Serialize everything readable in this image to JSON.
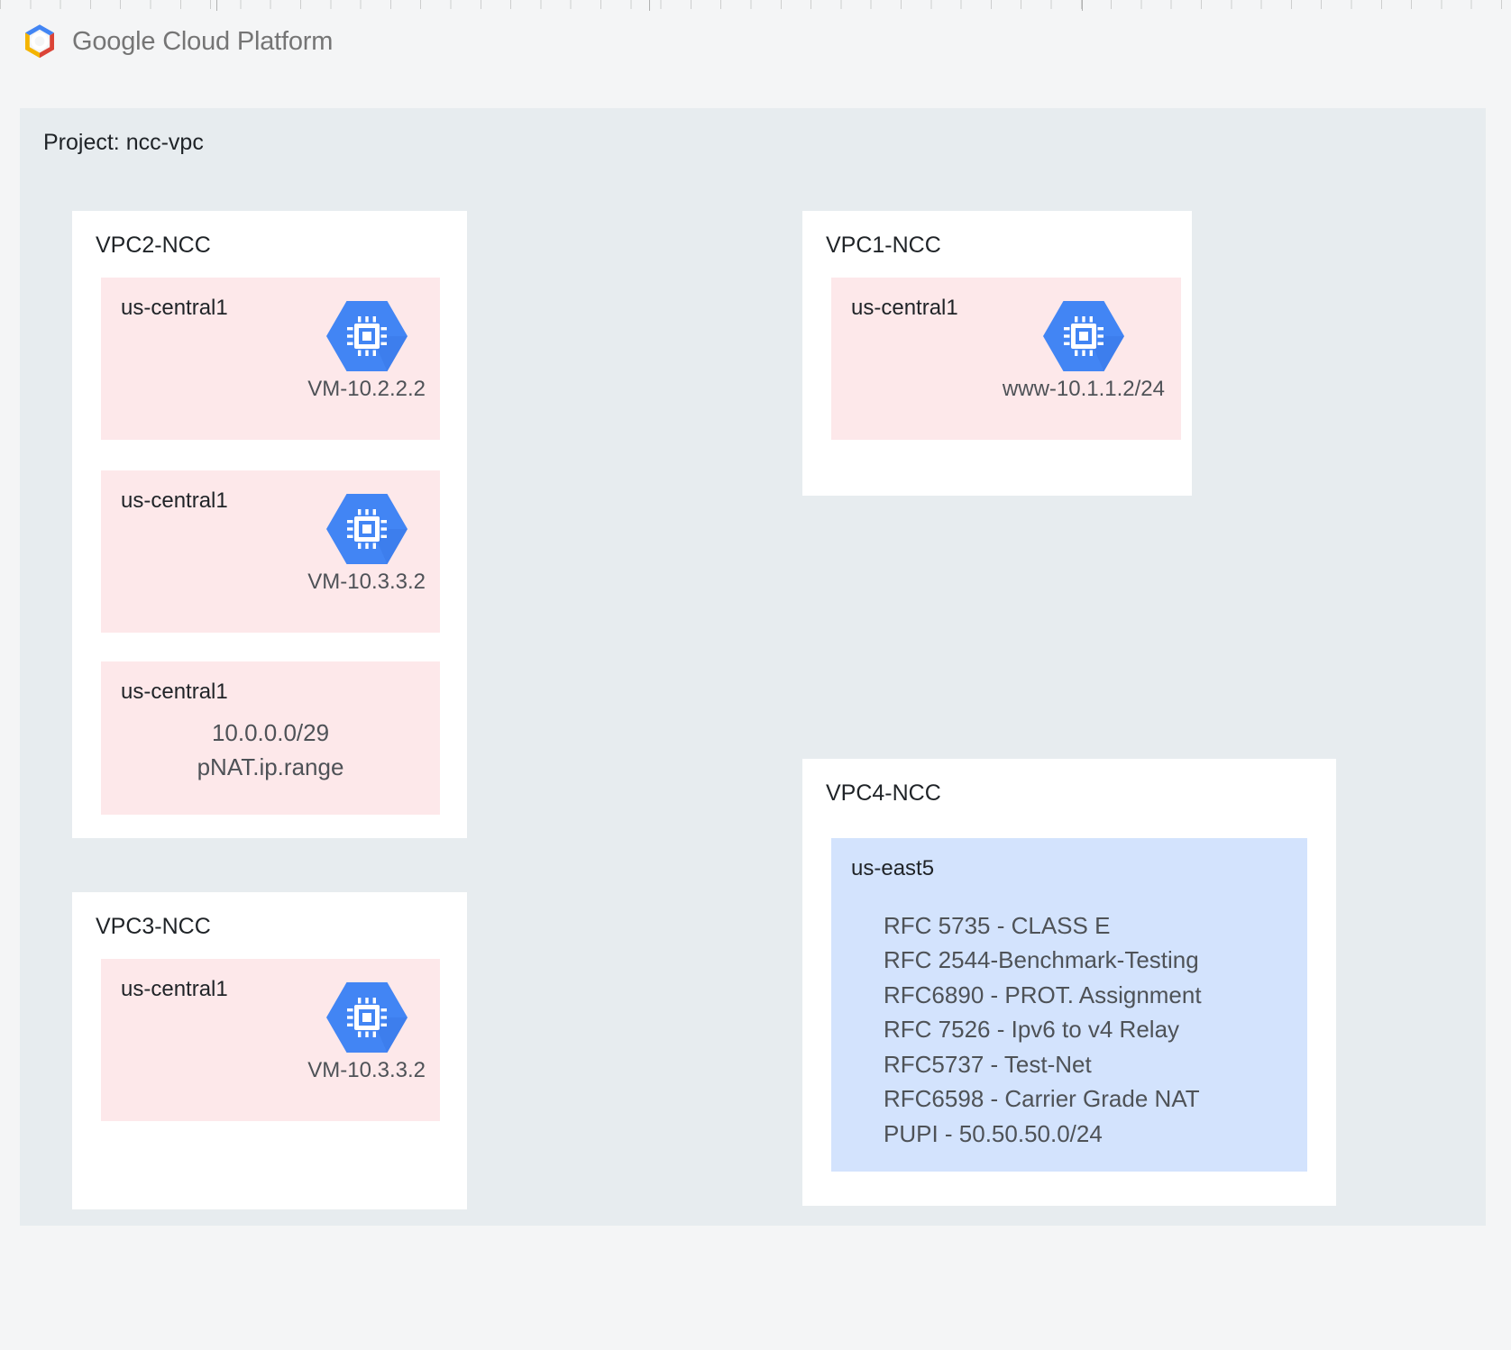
{
  "brand": {
    "logo_icon": "google-cloud-hexagon-logo",
    "word1": "Google",
    "word2": "Cloud Platform"
  },
  "project": {
    "label": "Project: ncc-vpc"
  },
  "colors": {
    "page_background": "#f4f5f6",
    "canvas_background": "#e7ecef",
    "card_background": "#ffffff",
    "subnet_pink": "#fde8ea",
    "subnet_blue": "#d3e3fd",
    "vm_icon_blue": "#4285f4",
    "text_primary": "#1f2327",
    "text_secondary": "#4e5257"
  },
  "vpcs": [
    {
      "id": "vpc2",
      "title": "VPC2-NCC",
      "cards": [
        {
          "id": "vpc2-card1",
          "kind": "vm",
          "tone": "pink",
          "region": "us-central1",
          "icon": "vm-instance-icon",
          "caption": "VM-10.2.2.2"
        },
        {
          "id": "vpc2-card2",
          "kind": "vm",
          "tone": "pink",
          "region": "us-central1",
          "icon": "vm-instance-icon",
          "caption": "VM-10.3.3.2"
        },
        {
          "id": "vpc2-card3",
          "kind": "text",
          "tone": "pink",
          "region": "us-central1",
          "lines": [
            "10.0.0.0/29",
            "pNAT.ip.range"
          ]
        }
      ]
    },
    {
      "id": "vpc3",
      "title": "VPC3-NCC",
      "cards": [
        {
          "id": "vpc3-card1",
          "kind": "vm",
          "tone": "pink",
          "region": "us-central1",
          "icon": "vm-instance-icon",
          "caption": "VM-10.3.3.2"
        }
      ]
    },
    {
      "id": "vpc1",
      "title": "VPC1-NCC",
      "cards": [
        {
          "id": "vpc1-card1",
          "kind": "vm",
          "tone": "pink",
          "region": "us-central1",
          "icon": "vm-instance-icon",
          "caption": "www-10.1.1.2/24"
        }
      ]
    },
    {
      "id": "vpc4",
      "title": "VPC4-NCC",
      "cards": [
        {
          "id": "vpc4-card1",
          "kind": "list",
          "tone": "blue",
          "region": "us-east5",
          "lines": [
            "RFC 5735 - CLASS E",
            "RFC 2544-Benchmark-Testing",
            "RFC6890 - PROT. Assignment",
            "RFC 7526 - Ipv6 to v4 Relay",
            "RFC5737 - Test-Net",
            "RFC6598 - Carrier Grade NAT",
            "PUPI - 50.50.50.0/24"
          ]
        }
      ]
    }
  ]
}
